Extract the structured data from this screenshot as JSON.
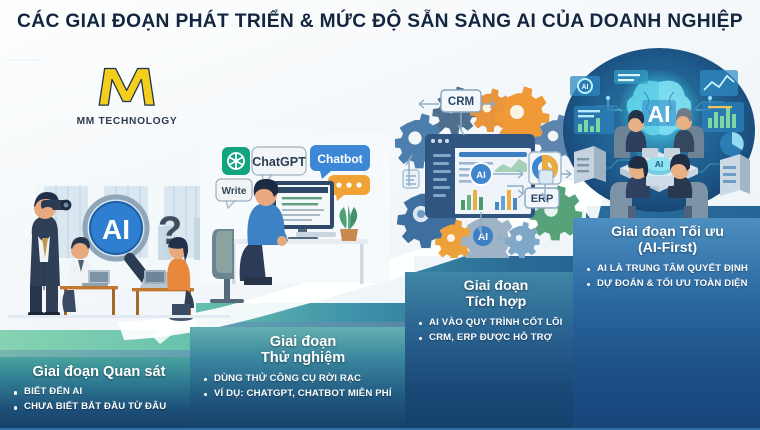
{
  "header": {
    "title": "CÁC GIAI ĐOẠN PHÁT TRIỂN & MỨC ĐỘ SẴN SÀNG AI CỦA DOANH NGHIỆP"
  },
  "logo": {
    "mark": "M",
    "name": "MM TECHNOLOGY",
    "mark_color": "#F5CE1C"
  },
  "colors": {
    "title": "#13253f",
    "stair_start": "#7ecfae",
    "stair_end": "#1b4f85",
    "arrow": "#ffffff",
    "panel_text": "#ffffff"
  },
  "stages": [
    {
      "id": "quan-sat",
      "title": "Giai đoạn Quan sát",
      "bullets": [
        "BIẾT ĐẾN AI",
        "CHƯA BIẾT BẮT ĐẦU TỪ ĐÂU"
      ],
      "scene": {
        "name": "observation-scene",
        "labels": [
          "AI",
          "?"
        ],
        "elements": [
          "businessman-with-binoculars",
          "magnifier-ai-icon",
          "question-mark",
          "employee-at-desk",
          "employee-with-laptop"
        ]
      }
    },
    {
      "id": "thu-nghiem",
      "title": "Giai đoạn\nThử nghiệm",
      "title_lines": [
        "Giai đoạn",
        "Thử nghiệm"
      ],
      "bullets": [
        "DÙNG THỬ CÔNG CỤ RỜI RẠC",
        "VÍ DỤ: CHATGPT, CHATBOT MIỄN PHÍ"
      ],
      "scene": {
        "name": "experiment-scene",
        "labels": [
          "ChatGPT",
          "Chatbot",
          "Write"
        ],
        "elements": [
          "person-at-desktop",
          "chatgpt-bubble",
          "chatbot-bubble",
          "write-bubble",
          "desk-plant",
          "monitor"
        ]
      }
    },
    {
      "id": "tich-hop",
      "title_lines": [
        "Giai đoạn",
        "Tích hợp"
      ],
      "bullets": [
        "AI VÀO QUY TRÌNH CỐT LÕI",
        "CRM, ERP ĐƯỢC HỖ TRỢ"
      ],
      "scene": {
        "name": "integration-scene",
        "labels": [
          "CRM",
          "ERP",
          "AI"
        ],
        "elements": [
          "dashboard-window",
          "gears",
          "bar-charts",
          "donut-chart",
          "flow-arrows"
        ]
      }
    },
    {
      "id": "toi-uu",
      "title_lines": [
        "Giai đoạn Tối ưu",
        "(AI-First)"
      ],
      "bullets": [
        "AI LÀ TRUNG TÂM QUYẾT ĐỊNH",
        "DỰ ĐOÁN & TỐI ƯU TOÀN DIỆN"
      ],
      "scene": {
        "name": "ai-first-scene",
        "labels": [
          "AI"
        ],
        "elements": [
          "ai-brain-hologram",
          "meeting-table",
          "four-executives",
          "holographic-screens",
          "server-racks"
        ]
      }
    }
  ]
}
